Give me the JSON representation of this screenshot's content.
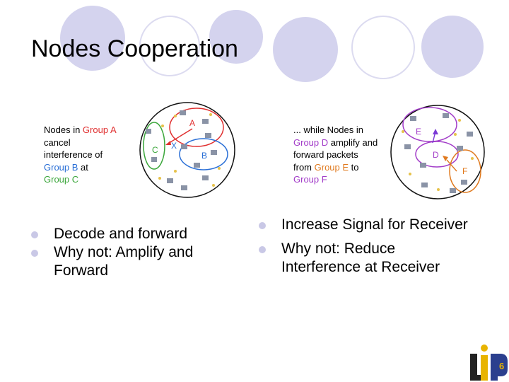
{
  "slide": {
    "title": "Nodes Cooperation",
    "page_number": "6",
    "colors": {
      "decor_fill": "#d4d3ee",
      "decor_ring": "#dcdbf0",
      "bullet": "#c9c8e6",
      "group_red": "#e03030",
      "group_blue": "#2a6fd6",
      "group_green": "#3aa63a",
      "group_purple": "#a23cc8",
      "group_orange": "#e07a1f"
    }
  },
  "left_figure": {
    "caption": {
      "t1": "Nodes in ",
      "t2": "Group A",
      "t3": "cancel",
      "t4": "interference of",
      "t5": "Group B",
      "t6": " at",
      "t7": "Group C"
    },
    "labels": {
      "a": "A",
      "b": "B",
      "c": "C",
      "x": "X"
    }
  },
  "right_figure": {
    "caption": {
      "t1": "... while Nodes in",
      "t2": "Group D",
      "t3": " amplify and",
      "t4": "forward packets",
      "t5": "from ",
      "t6": "Group E",
      "t7": " to",
      "t8": "Group F"
    },
    "labels": {
      "d": "D",
      "e": "E",
      "f": "F"
    }
  },
  "left_bullets": [
    "Decode and forward",
    "Why not: Amplify and Forward"
  ],
  "right_bullets": [
    "Increase Signal for Receiver",
    "Why not: Reduce Interference at Receiver"
  ]
}
